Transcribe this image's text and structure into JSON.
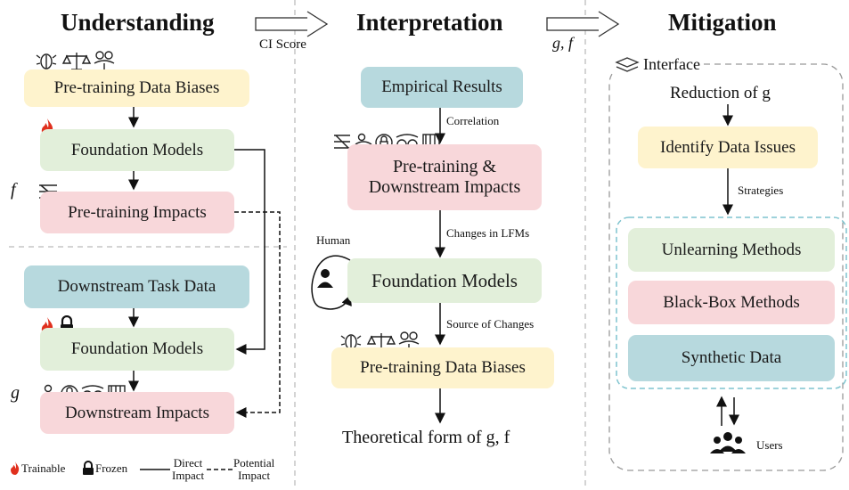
{
  "sections": {
    "understanding": "Understanding",
    "interpretation": "Interpretation",
    "mitigation": "Mitigation"
  },
  "transitions": {
    "ci_score": "CI Score",
    "g_f": "g, f"
  },
  "understanding": {
    "pretraining_biases": "Pre-training Data Biases",
    "foundation_models_1": "Foundation Models",
    "pretraining_impacts": "Pre-training Impacts",
    "f_label": "f",
    "downstream_task_data": "Downstream Task Data",
    "foundation_models_2": "Foundation Models",
    "g_label": "g",
    "downstream_impacts": "Downstream Impacts"
  },
  "legend": {
    "trainable": "Trainable",
    "frozen": "Frozen",
    "direct": "Direct\nImpact",
    "potential": "Potential\nImpact"
  },
  "interpretation": {
    "empirical_results": "Empirical Results",
    "correlation": "Correlation",
    "pretraining_downstream": "Pre-training &\nDownstream Impacts",
    "changes_lfms": "Changes in LFMs",
    "human": "Human",
    "foundation_models": "Foundation Models",
    "source_of_changes": "Source of Changes",
    "pretraining_biases": "Pre-training Data Biases",
    "theoretical_form": "Theoretical form of g, f"
  },
  "mitigation": {
    "interface": "Interface",
    "reduction": "Reduction of g",
    "identify": "Identify Data Issues",
    "strategies": "Strategies",
    "unlearning": "Unlearning Methods",
    "blackbox": "Black-Box Methods",
    "synthetic": "Synthetic Data",
    "users": "Users"
  },
  "colors": {
    "yellow": "#fef3cd",
    "green": "#e2efda",
    "pink": "#f8d7da",
    "teal": "#b7d9de",
    "flame": "#e0301e",
    "dashed_teal": "#7fc4cf"
  },
  "icons": [
    "bug-icon",
    "balance-scale-icon",
    "people-balance-icon",
    "lock-icon",
    "flame-icon",
    "shuffle-icon",
    "eye-icon",
    "abacus-icon",
    "layers-icon",
    "user-icon",
    "users-icon"
  ]
}
